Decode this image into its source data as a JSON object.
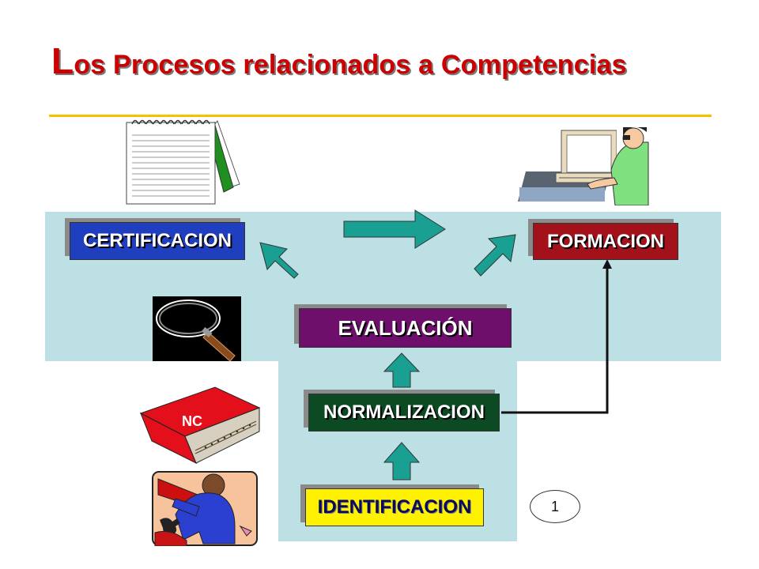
{
  "title": {
    "first_letter": "L",
    "rest": "os Procesos relacionados a Competencias"
  },
  "boxes": {
    "certificacion": "CERTIFICACION",
    "formacion": "FORMACION",
    "evaluacion": "EVALUACIÓN",
    "normalizacion": "NORMALIZACION",
    "identificacion": "IDENTIFICACION"
  },
  "book_label": "NC",
  "page_number": "1",
  "colors": {
    "title": "#cc0000",
    "rule": "#f4c300",
    "band": "#bde0e5",
    "certificacion": "#1f3fbf",
    "formacion": "#a3121a",
    "evaluacion": "#6d0f6b",
    "normalizacion": "#0b4a22",
    "identificacion": "#fff200",
    "arrow": "#1aa092"
  },
  "icons": [
    "notepad-icon",
    "computer-user-icon",
    "magnifier-icon",
    "book-icon",
    "worker-icon"
  ]
}
